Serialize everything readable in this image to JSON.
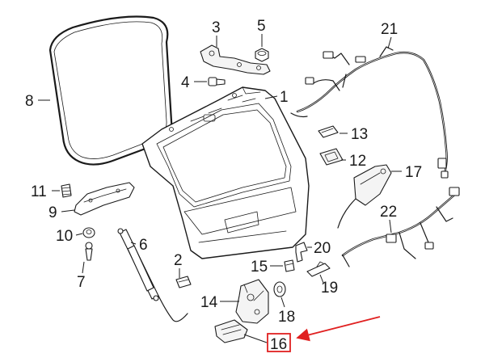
{
  "colors": {
    "line": "#1a1a1a",
    "highlight": "#e02020"
  },
  "callouts": {
    "c1": "1",
    "c2": "2",
    "c3": "3",
    "c4": "4",
    "c5": "5",
    "c6": "6",
    "c7": "7",
    "c8": "8",
    "c9": "9",
    "c10": "10",
    "c11": "11",
    "c12": "12",
    "c13": "13",
    "c14": "14",
    "c15": "15",
    "c16": "16",
    "c17": "17",
    "c18": "18",
    "c19": "19",
    "c20": "20",
    "c21": "21",
    "c22": "22"
  },
  "highlighted_callout": "16"
}
